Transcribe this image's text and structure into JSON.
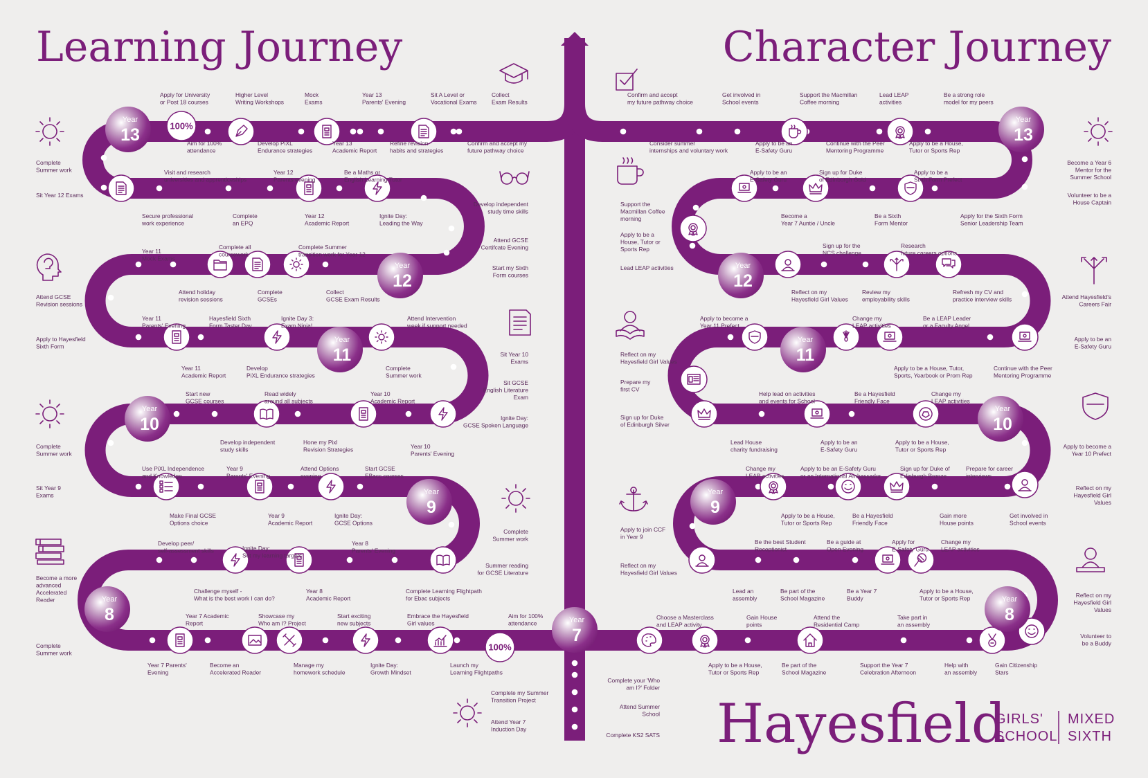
{
  "titles": {
    "learning": "Learning Journey",
    "character": "Character Journey"
  },
  "brand": {
    "name": "Hayesfield",
    "tag1": "GIRLS'",
    "tag2": "SCHOOL",
    "tag3": "MIXED",
    "tag4": "SIXTH"
  },
  "colors": {
    "purple": "#7b1e7a",
    "background": "#efeeed"
  },
  "percent_badge": "100%",
  "year_badges": [
    {
      "prefix": "Year",
      "number": "13",
      "side": "learning"
    },
    {
      "prefix": "Year",
      "number": "12",
      "side": "learning"
    },
    {
      "prefix": "Year",
      "number": "11",
      "side": "learning"
    },
    {
      "prefix": "Year",
      "number": "10",
      "side": "learning"
    },
    {
      "prefix": "Year",
      "number": "9",
      "side": "learning"
    },
    {
      "prefix": "Year",
      "number": "8",
      "side": "learning"
    },
    {
      "prefix": "Year",
      "number": "7",
      "side": "trunk"
    },
    {
      "prefix": "Year",
      "number": "13",
      "side": "character"
    },
    {
      "prefix": "Year",
      "number": "12",
      "side": "character"
    },
    {
      "prefix": "Year",
      "number": "11",
      "side": "character"
    },
    {
      "prefix": "Year",
      "number": "10",
      "side": "character"
    },
    {
      "prefix": "Year",
      "number": "9",
      "side": "character"
    },
    {
      "prefix": "Year",
      "number": "8",
      "side": "character"
    }
  ],
  "labels": [
    "Apply for University\nor Post 18 courses",
    "Higher Level\nWriting Workshops",
    "Mock\nExams",
    "Year 13\nParents' Evening",
    "Sit A Level or\nVocational Exams",
    "Collect\nExam Results",
    "Aim for 100%\nattendance",
    "Develop PiXL\nEndurance strategies",
    "Year 13\nAcademic Report",
    "Refine revision\nhabits and strategies",
    "Confirm and accept my\nfuture pathway choice",
    "Complete\nSummer work",
    "Sit Year 12 Exams",
    "Visit and research\nuniversities and apprenticeships",
    "Year 12\nParents evening",
    "Be a Maths or\nEnglish Learning Tutor",
    "Secure professional\nwork experience",
    "Complete\nan EPQ",
    "Year 12\nAcademic Report",
    "Ignite Day:\nLeading the Way",
    "Develop independent\nstudy time skills",
    "Attend GCSE\nCertifcate Evening",
    "Start my Sixth\nForm courses",
    "Year 11\nMock Exams",
    "Complete all\ncoursework",
    "Complete Summer\ntransition work for Year 12",
    "Attend holiday\nrevision sessions",
    "Complete\nGCSEs",
    "Collect\nGCSE Exam Results",
    "Attend GCSE\nRevision sessions",
    "Apply to Hayesfield\nSixth Form",
    "Year 11\nParents' Evening",
    "Hayesfield Sixth\nForm Taster Day",
    "Ignite Day 3:\nExam Ninja!",
    "Attend Intervention\nweek if support needed",
    "Year 11\nAcademic Report",
    "Develop\nPiXL Endurance strategies",
    "Complete\nSummer work",
    "Sit Year 10\nExams",
    "Sit GCSE\nEnglish Literature\nExam",
    "Ignite Day:\nGCSE Spoken Language",
    "Start new\nGCSE courses",
    "Read widely\naround all subjects",
    "Year 10\nAcademic Report",
    "Develop independent\nstudy skills",
    "Hone my Pixl\nRevision Strategies",
    "Year 10\nParents' Evening",
    "Complete\nSummer work",
    "Sit Year 9\nExams",
    "Use PiXL Independence\nand Knowledge",
    "Year 9\nParents' Evening",
    "Attend Options\nevening",
    "Start GCSE\nEBacc courses",
    "Make Final GCSE\nOptions choice",
    "Year 9\nAcademic Report",
    "Ignite Day:\nGCSE Options",
    "Complete\nSummer work",
    "Summer reading\nfor GCSE Literature",
    "Develop peer/\nself-assessment skills",
    "Ignite Day:\nSet my learning targets",
    "Year 8\nParents' Evening",
    "Challenge myself -\nWhat is the best work I can do?",
    "Year 8\nAcademic Report",
    "Complete Learning Flightpath\nfor Ebac subjects",
    "Become a more\nadvanced\nAccelerated\nReader",
    "Complete\nSummer work",
    "Year 7 Academic\nReport",
    "Showcase my\nWho am I? Project",
    "Start exciting\nnew subjects",
    "Embrace the Hayesfield\nGirl values",
    "Aim for 100%\nattendance",
    "Year 7 Parents'\nEvening",
    "Become an\nAccelerated Reader",
    "Manage my\nhomework schedule",
    "Ignite Day:\nGrowth Mindset",
    "Launch my\nLearning Flightpaths",
    "Complete my Summer\nTransition Project",
    "Attend Year 7\nInduction Day",
    "Complete your 'Who\nam I?' Folder",
    "Attend Summer\nSchool",
    "Complete KS2 SATS",
    "Confirm and accept\nmy future pathway choice",
    "Get involved in\nSchool events",
    "Support the Macmillan\nCoffee morning",
    "Lead LEAP\nactivities",
    "Be a strong role\nmodel for my peers",
    "Consider summer\ninternships and voluntary work",
    "Apply to be an\nE-Safety Guru",
    "Continue with the Peer\nMentoring Programme",
    "Apply to be a House,\nTutor or Sports Rep",
    "Become a Year 6\nMentor for the\nSummer School",
    "Volunteer to be a\nHouse Captain",
    "Apply to be an\nE-Safety Guru",
    "Sign up for Duke\nof Edinburgh Gold",
    "Apply to be a\nSixth Form Prefect",
    "Become a\nYear 7 Auntie / Uncle",
    "Be a Sixth\nForm Mentor",
    "Apply for the Sixth Form\nSenior Leadership Team",
    "Support the\nMacmillan Coffee\nmorning",
    "Apply to be a\nHouse, Tutor or\nSports Rep",
    "Lead LEAP activities",
    "Sign up for the\nNCS challenge",
    "Research\nfuture careers options",
    "Reflect on my\nHayesfield Girl Values",
    "Review my\nemployability skills",
    "Refresh my CV and\npractice interview skills",
    "Attend Hayesfield's\nCareers Fair",
    "Apply to be an\nE-Safety Guru",
    "Apply to become a\nYear 11 Prefect",
    "Change my\nLEAP activities",
    "Be a LEAP Leader\nor a Faculty Angel",
    "Reflect on my\nHayesfield Girl Values",
    "Prepare my\nfirst CV",
    "Sign up for Duke\nof Edinburgh Silver",
    "Apply to be a House, Tutor,\nSports, Yearbook or Prom Rep",
    "Continue with the Peer\nMentoring Programme",
    "Help lead on activities\nand events for School",
    "Be a Hayesfield\nFriendly Face",
    "Change my\nLEAP activities",
    "Lead House\ncharity fundraising",
    "Apply to be an\nE-Safety Guru",
    "Apply to be a House,\nTutor or Sports Rep",
    "Apply to become a\nYear 10 Prefect",
    "Reflect on my\nHayesfield Girl\nValues",
    "Change my\nLEAP activities",
    "Apply to be an E-Safety Guru\nor an International Ambassador",
    "Sign up for Duke of\nEdinburgh Bronze",
    "Prepare for career\ninterviews",
    "Apply to be a House,\nTutor or Sports Rep",
    "Be a Hayesfield\nFriendly Face",
    "Gain more\nHouse points",
    "Get involved in\nSchool events",
    "Apply to join CCF\nin Year 9",
    "Reflect on my\nHayesfield Girl Values",
    "Be the best Student\nReceptionist",
    "Be a guide at\nOpen Evening",
    "Apply for\nE-Safety Guru",
    "Change my\nLEAP activities",
    "Lead an\nassembly",
    "Be part of the\nSchool Magazine",
    "Be a Year 7\nBuddy",
    "Apply to be a House,\nTutor or Sports Rep",
    "Reflect on my\nHayesfield Girl\nValues",
    "Volunteer to\nbe a Buddy",
    "Choose a Masterclass\nand LEAP activity",
    "Gain House\npoints",
    "Attend the\nResidential Camp",
    "Take part in\nan assembly",
    "Apply to be a House,\nTutor or Sports Rep",
    "Be part of the\nSchool Magazine",
    "Support the Year 7\nCelebration Afternoon",
    "Help with\nan assembly",
    "Gain Citizenship\nStars"
  ]
}
